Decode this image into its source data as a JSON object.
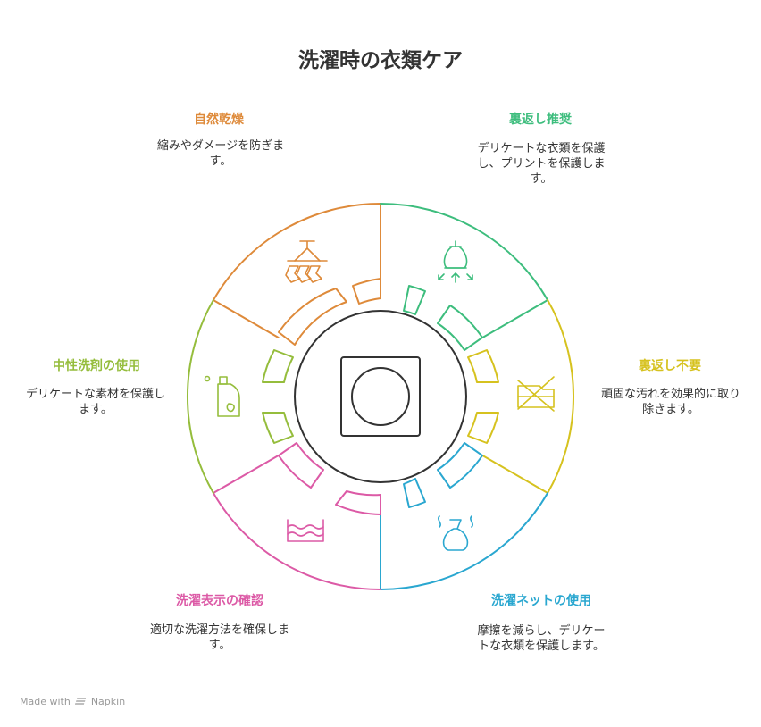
{
  "title": "洗濯時の衣類ケア",
  "sections": [
    {
      "id": "s1",
      "title": "自然乾燥",
      "desc": "縮みやダメージを防ぎます。",
      "color": "#de8a3a",
      "icon": "drying-rack-icon"
    },
    {
      "id": "s2",
      "title": "裏返し推奨",
      "desc": "デリケートな衣類を保護し、プリントを保護します。",
      "color": "#3dbd7d",
      "icon": "inside-out-icon"
    },
    {
      "id": "s3",
      "title": "裏返し不要",
      "desc": "頑固な汚れを効果的に取り除きます。",
      "color": "#d6c21f",
      "icon": "no-inside-out-icon"
    },
    {
      "id": "s4",
      "title": "洗濯ネットの使用",
      "desc": "摩擦を減らし、デリケートな衣類を保護します。",
      "color": "#2aa7d0",
      "icon": "laundry-bag-icon"
    },
    {
      "id": "s5",
      "title": "洗濯表示の確認",
      "desc": "適切な洗濯方法を確保します。",
      "color": "#dc5aa6",
      "icon": "wash-symbol-icon"
    },
    {
      "id": "s6",
      "title": "中性洗剤の使用",
      "desc": "デリケートな素材を保護します。",
      "color": "#95bd3c",
      "icon": "detergent-bottle-icon"
    }
  ],
  "center_icon": "tumble-dryer-symbol-icon",
  "footer": {
    "made_with": "Made with",
    "brand": "Napkin"
  }
}
